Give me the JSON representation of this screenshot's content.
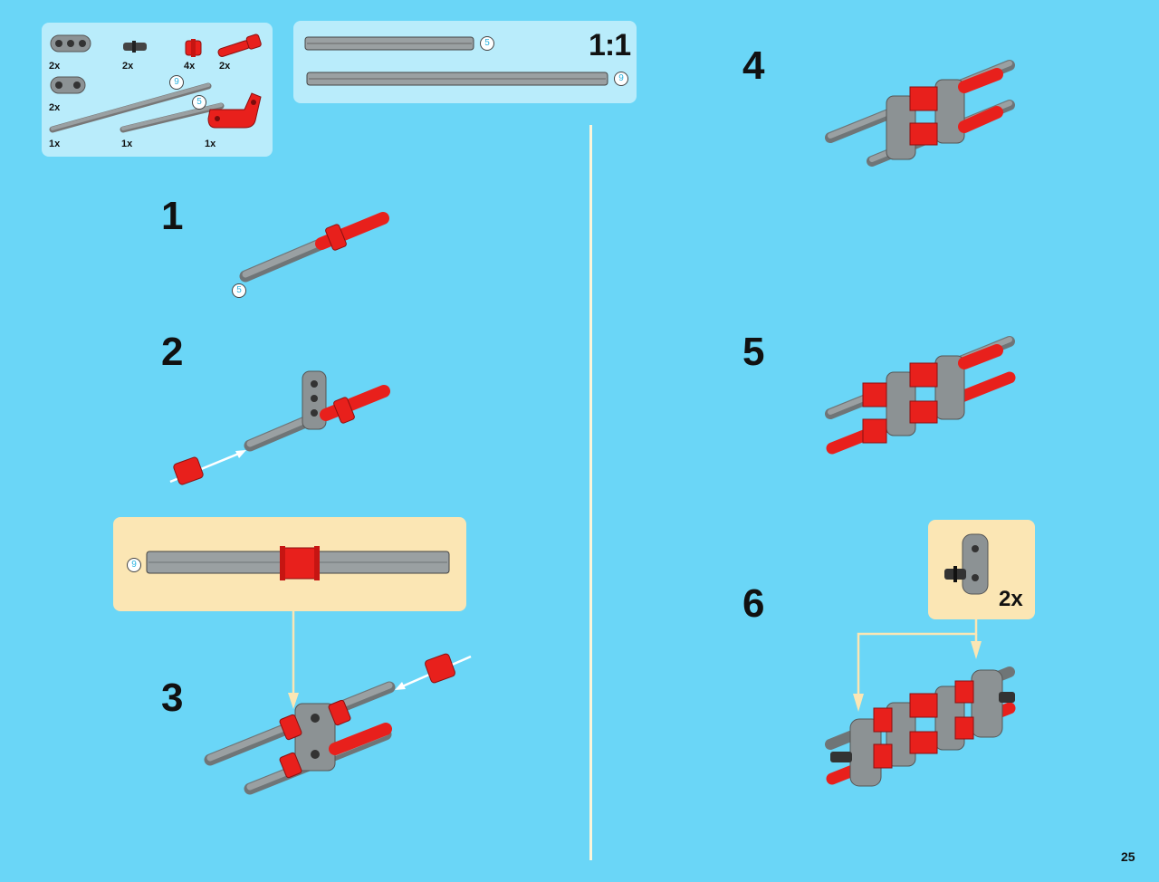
{
  "parts_list": {
    "items": [
      {
        "qty": "2x",
        "name": "beam-3-icon"
      },
      {
        "qty": "2x",
        "name": "connector-pin-icon"
      },
      {
        "qty": "4x",
        "name": "bush-icon"
      },
      {
        "qty": "2x",
        "name": "axle-pin-icon"
      },
      {
        "qty": "2x",
        "name": "beam-double-icon"
      },
      {
        "qty": "1x",
        "name": "axle-9-icon",
        "length": "9"
      },
      {
        "qty": "1x",
        "name": "axle-5-icon",
        "length": "5"
      },
      {
        "qty": "1x",
        "name": "angle-beam-icon"
      }
    ]
  },
  "scale_ref": {
    "label": "1:1",
    "axles": [
      {
        "length": "5"
      },
      {
        "length": "9"
      }
    ]
  },
  "steps": [
    {
      "num": "1",
      "callout": "5"
    },
    {
      "num": "2"
    },
    {
      "num": "3",
      "subassembly_callout": "9"
    },
    {
      "num": "4"
    },
    {
      "num": "5"
    },
    {
      "num": "6",
      "subassembly_qty": "2x"
    }
  ],
  "page_number": "25",
  "colors": {
    "background": "#6ad6f7",
    "parts_panel": "#b9ecfb",
    "subassembly_panel": "#fbe6b4",
    "red_part": "#e8201c",
    "gray_part": "#8c9294"
  }
}
